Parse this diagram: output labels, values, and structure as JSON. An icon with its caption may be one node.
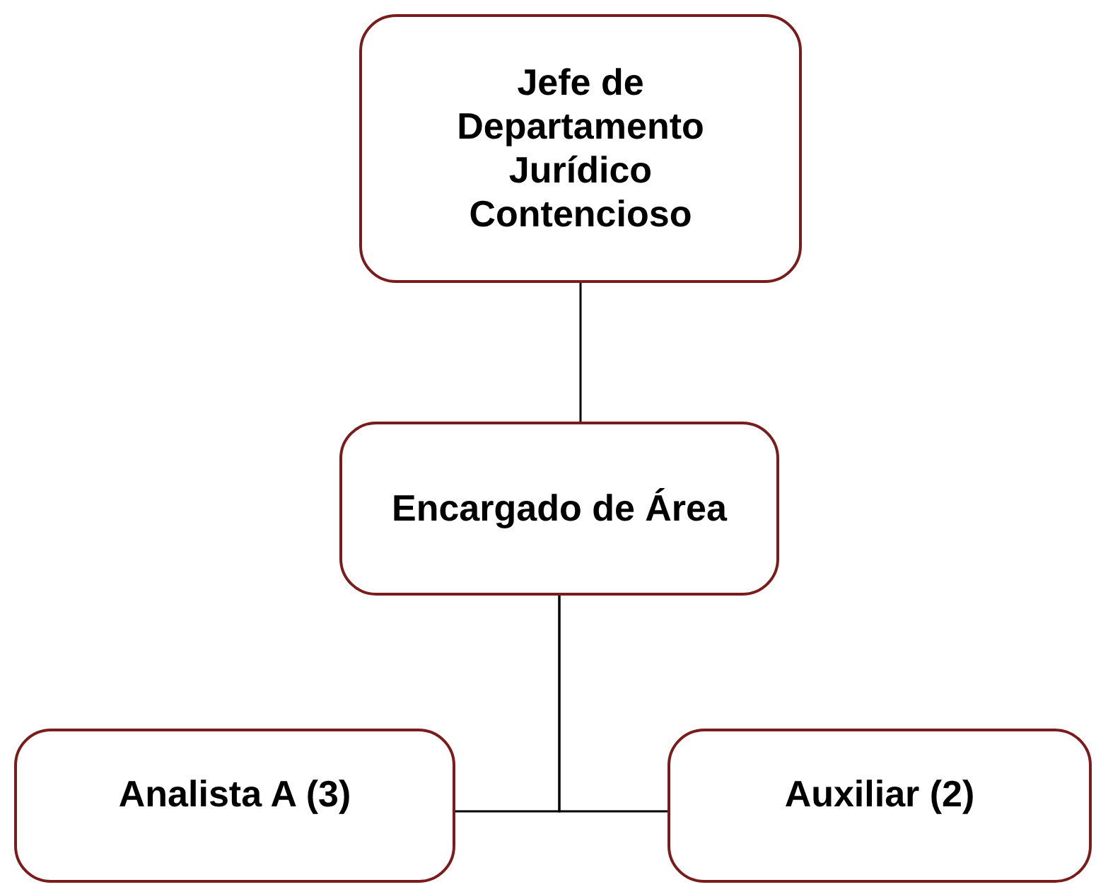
{
  "diagram": {
    "nodes": [
      {
        "text": [
          "Jefe de Departamento Jurídico Contencioso"
        ]
      },
      {
        "text": [
          "Encargado de Área"
        ]
      },
      {
        "text": [
          "Analista A (3)"
        ]
      },
      {
        "text": [
          "Auxiliar (2)"
        ]
      }
    ],
    "edges": [
      {
        "from": 0,
        "to": 1,
        "arrow": "none"
      },
      {
        "from": 1,
        "to": 2,
        "arrow": "none"
      },
      {
        "from": 1,
        "to": 3,
        "arrow": "none"
      }
    ]
  }
}
